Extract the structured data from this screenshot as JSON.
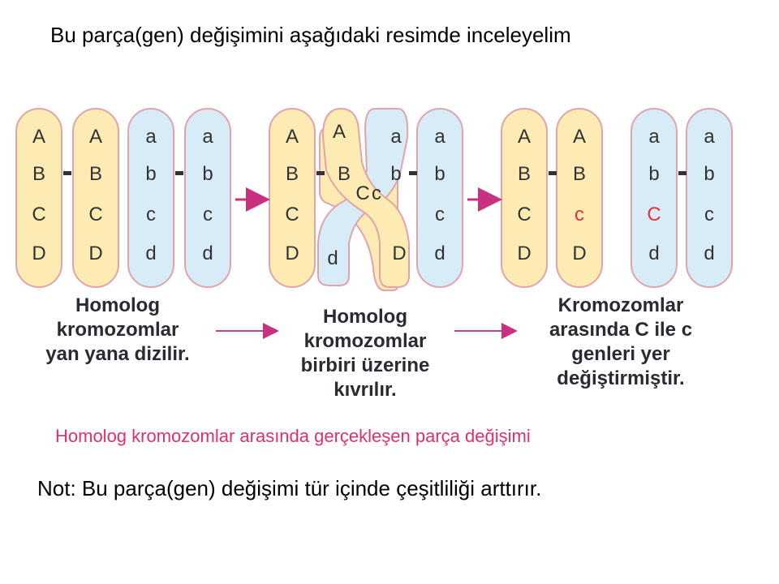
{
  "title": "Bu parça(gen) değişimini aşağıdaki resimde inceleyelim",
  "note": "Not: Bu parça(gen) değişimi tür içinde çeşitliliği arttırır.",
  "caption": "Homolog kromozomlar arasında gerçekleşen parça değişimi",
  "colors": {
    "yellow": "#fcecb4",
    "blue": "#d8ecf8",
    "outline": "#e2a4aa",
    "arrow": "#c9307e",
    "red_gene": "#e3303c",
    "caption": "#e0306a"
  },
  "stages": [
    {
      "chromosomes": [
        {
          "genes": [
            "A",
            "B",
            "C",
            "D"
          ],
          "color": "yellow"
        },
        {
          "genes": [
            "A",
            "B",
            "C",
            "D"
          ],
          "color": "yellow"
        },
        {
          "genes": [
            "a",
            "b",
            "c",
            "d"
          ],
          "color": "blue"
        },
        {
          "genes": [
            "a",
            "b",
            "c",
            "d"
          ],
          "color": "blue"
        }
      ],
      "caption_lines": [
        "Homolog",
        "kromozomlar",
        "yan yana dizilir."
      ]
    },
    {
      "chromosomes": [
        {
          "genes": [
            "A",
            "B",
            "C",
            "D"
          ],
          "color": "yellow"
        },
        {
          "genes": [
            "A",
            "B",
            "C",
            "D"
          ],
          "color": "yellow",
          "crossing": true
        },
        {
          "genes": [
            "a",
            "b",
            "c",
            "d"
          ],
          "color": "blue",
          "crossing": true
        },
        {
          "genes": [
            "a",
            "b",
            "c",
            "d"
          ],
          "color": "blue"
        }
      ],
      "caption_lines": [
        "Homolog",
        "kromozomlar",
        "birbiri üzerine",
        "kıvrılır."
      ]
    },
    {
      "chromosomes": [
        {
          "genes": [
            "A",
            "B",
            "C",
            "D"
          ],
          "color": "yellow"
        },
        {
          "genes": [
            "A",
            "B",
            "c",
            "D"
          ],
          "color": "yellow",
          "swapped_index": 2
        },
        {
          "genes": [
            "a",
            "b",
            "C",
            "d"
          ],
          "color": "blue",
          "swapped_index": 2
        },
        {
          "genes": [
            "a",
            "b",
            "c",
            "d"
          ],
          "color": "blue"
        }
      ],
      "caption_lines": [
        "Kromozomlar",
        "arasında C ile c",
        "genleri yer",
        "değiştirmiştir."
      ]
    }
  ]
}
